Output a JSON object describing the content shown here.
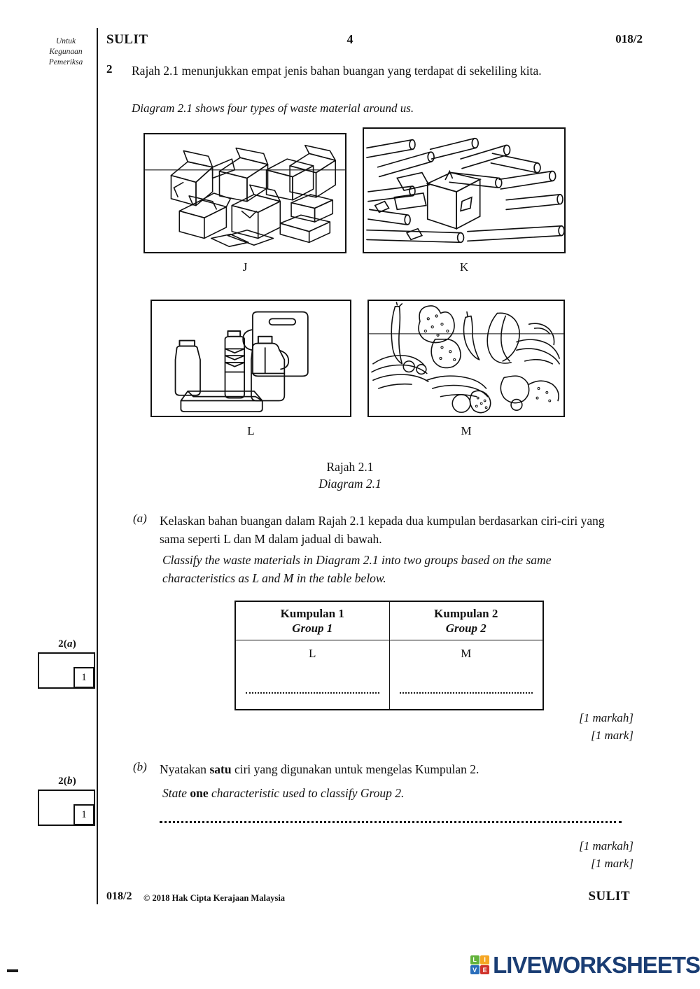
{
  "header": {
    "exam_use_label": "Untuk\nKegunaan\nPemeriksa",
    "exam_use_line1": "Untuk",
    "exam_use_line2": "Kegunaan",
    "exam_use_line3": "Pemeriksa",
    "confidential": "SULIT",
    "page_number": "4",
    "paper_code": "018/2"
  },
  "question": {
    "number": "2",
    "stem_my": "Rajah 2.1 menunjukkan empat jenis bahan buangan yang terdapat di sekeliling kita.",
    "stem_en": "Diagram 2.1 shows four types of waste material around us."
  },
  "diagram": {
    "panels": [
      {
        "label": "J",
        "content": "cardboard-boxes"
      },
      {
        "label": "K",
        "content": "wood-logs"
      },
      {
        "label": "L",
        "content": "plastic-bottles-containers"
      },
      {
        "label": "M",
        "content": "fruit-vegetable-peels"
      }
    ],
    "caption_my": "Rajah 2.1",
    "caption_en": "Diagram 2.1"
  },
  "part_a": {
    "letter": "(a)",
    "text_my": "Kelaskan bahan buangan dalam Rajah 2.1 kepada dua kumpulan berdasarkan ciri-ciri yang sama seperti L dan M dalam jadual di bawah.",
    "text_en": "Classify the waste materials in Diagram 2.1 into two groups based on the same characteristics as L and M in the table below.",
    "table": {
      "headers": [
        {
          "my": "Kumpulan 1",
          "en": "Group 1"
        },
        {
          "my": "Kumpulan 2",
          "en": "Group 2"
        }
      ],
      "rows": [
        {
          "cells": [
            "L",
            "M"
          ]
        }
      ],
      "blank_lines": 2
    },
    "marks_my": "[1 markah]",
    "marks_en": "[1 mark]",
    "margin_tag": "2(a)",
    "margin_mark": "1"
  },
  "part_b": {
    "letter": "(b)",
    "text_my_before": "Nyatakan ",
    "text_my_bold": "satu",
    "text_my_after": " ciri yang digunakan untuk mengelas Kumpulan 2.",
    "text_en_before": "State ",
    "text_en_bold": "one",
    "text_en_after": " characteristic used to classify Group 2.",
    "marks_my": "[1 markah]",
    "marks_en": "[1 mark]",
    "margin_tag": "2(b)",
    "margin_mark": "1"
  },
  "footer": {
    "paper_code": "018/2",
    "copyright": "© 2018 Hak Cipta Kerajaan Malaysia",
    "confidential": "SULIT"
  },
  "watermark": {
    "tiles": [
      {
        "letter": "L",
        "color": "#63b33b"
      },
      {
        "letter": "I",
        "color": "#f5a623"
      },
      {
        "letter": "V",
        "color": "#2a6ebb"
      },
      {
        "letter": "E",
        "color": "#d0342c"
      }
    ],
    "wordmark": "LIVEWORKSHEETS",
    "wordmark_color": "#1a3d73"
  }
}
